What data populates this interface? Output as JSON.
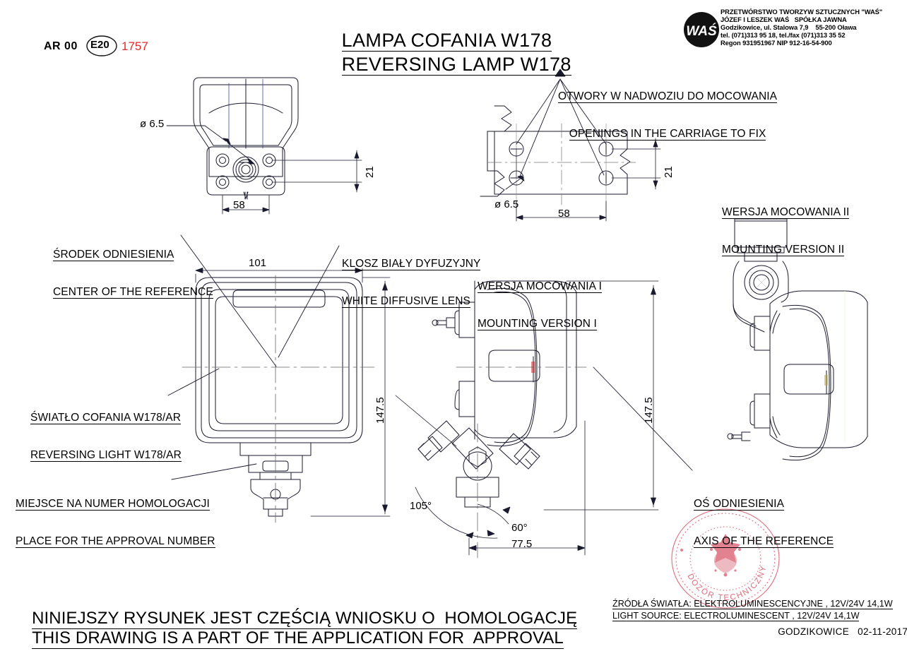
{
  "header": {
    "title_pl": "LAMPA COFANIA W178",
    "title_en": "REVERSING LAMP W178",
    "mark_ar": "AR 00",
    "mark_e": "E20",
    "approval_number": "1757",
    "approval_number_color": "#e8272b"
  },
  "company": {
    "line1": "PRZETWÓRSTWO TWORZYW SZTUCZNYCH \"WAŚ\"",
    "line2": "JÓZEF I LESZEK WAŚ   SPÓŁKA JAWNA",
    "line3": "Godzikowice, ul. Stalowa 7,9    55-200 Oława",
    "line4": "tel. (071)313 95 18, tel./fax (071)313 35 52",
    "line5": "Regon 931951967 NIP 912-16-54-900",
    "logo_text": "WAŚ"
  },
  "labels": {
    "openings_pl": "OTWORY W NADWOZIU DO MOCOWANIA",
    "openings_en": "OPENINGS IN THE CARRIAGE TO FIX",
    "center_pl": "ŚRODEK ODNIESIENIA",
    "center_en": "CENTER OF THE REFERENCE",
    "lens_pl": "KLOSZ BIAŁY DYFUZYJNY",
    "lens_en": "WHITE DIFFUSIVE LENS",
    "mount1_pl": "WERSJA MOCOWANIA I",
    "mount1_en": "MOUNTING VERSION I",
    "mount2_pl": "WERSJA MOCOWANIA II",
    "mount2_en": "MOUNTING VERSION II",
    "light_pl": "ŚWIATŁO COFANIA W178/AR",
    "light_en": "REVERSING LIGHT W178/AR",
    "approval_pl": "MIEJSCE NA NUMER HOMOLOGACJI",
    "approval_en": "PLACE FOR THE APPROVAL NUMBER",
    "axis_pl": "OŚ ODNIESIENIA",
    "axis_en": "AXIS OF THE REFERENCE"
  },
  "dimensions": {
    "hole_dia_top": "ø 6.5",
    "hole_dia_mount": "ø 6.5",
    "width_58_top": "58",
    "width_58_mount": "58",
    "height_21_top": "21",
    "height_21_mount": "21",
    "width_101": "101",
    "height_1475_front": "147.5",
    "height_1475_side": "147.5",
    "angle_105": "105°",
    "angle_60": "60°",
    "depth_775": "77.5"
  },
  "footer": {
    "statement_pl": "NINIEJSZY RYSUNEK JEST CZĘŚCIĄ WNIOSKU O  HOMOLOGACJĘ",
    "statement_en": "THIS DRAWING IS A PART OF THE APPLICATION FOR  APPROVAL",
    "source_pl": "ŹRÓDŁA ŚWIATŁA: ELEKTROLUMINESCENCYJNE , 12V/24V 14,1W",
    "source_en": "LIGHT SOURCE: ELECTROLUMINESCENT , 12V/24V 14,1W",
    "place": "GODZIKOWICE",
    "date": "02-11-2017"
  },
  "stamp": {
    "text_top": "DOZÓR TECHNICZNY",
    "color": "#d4445a"
  }
}
